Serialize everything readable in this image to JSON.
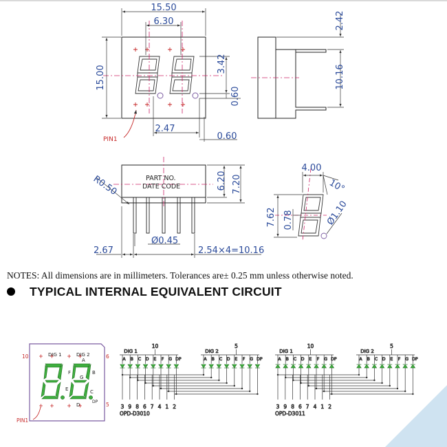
{
  "dimensions": {
    "width_total": "15.50",
    "digit_pitch": "6.30",
    "height_total": "15.00",
    "segment_height": "3.42",
    "dp_size": "0.60",
    "dp_offset": "2.47",
    "dp_gap": "0.60",
    "side_top": "2.42",
    "side_body": "10.16",
    "label_height": "6.20",
    "body_height": "7.20",
    "corner_radius": "R0.50",
    "pin_diameter": "Ø0.45",
    "pin_offset": "2.67",
    "pin_pitch": "2.54×4=10.16",
    "char_width": "4.00",
    "slant": "10°",
    "char_height": "7.62",
    "seg_width": "0.78",
    "dp_dia": "Ø1.10"
  },
  "labels": {
    "pin1": "PIN1",
    "part_no": "PART NO.",
    "date_code": "DATE CODE"
  },
  "notes": "NOTES: All dimensions are in millimeters. Tolerances are± 0.25 mm unless otherwise noted.",
  "section_title": "TYPICAL INTERNAL EQUIVALENT CIRCUIT",
  "display": {
    "dig1": "DIG 1",
    "dig2": "DIG 2",
    "pin_left": "10",
    "pin_right": "6",
    "pin_bottom_right": "5",
    "pin1": "PIN1",
    "segments": [
      "A",
      "B",
      "C",
      "D",
      "E",
      "F",
      "G",
      "DP"
    ],
    "colors": {
      "segment": "#3fae3f",
      "segment_dark": "#1f6e1f",
      "body_border": "#7a5aa0",
      "dim_pink": "#cc2266",
      "pin_red": "#c62828",
      "dimension_blue": "#2a4a9a",
      "led_green": "#3fae3f"
    }
  },
  "circuits": [
    {
      "dig1": "DIG 1",
      "dig2": "DIG 2",
      "common1": "10",
      "common2": "5",
      "segments": [
        "A",
        "B",
        "C",
        "D",
        "E",
        "F",
        "G",
        "DP"
      ],
      "bottom_pins": [
        "3",
        "9",
        "8",
        "6",
        "7",
        "4",
        "1",
        "2"
      ],
      "part": "OPD-D3010"
    },
    {
      "dig1": "DIG 1",
      "dig2": "DIG 2",
      "common1": "10",
      "common2": "5",
      "segments": [
        "A",
        "B",
        "C",
        "D",
        "E",
        "F",
        "G",
        "DP"
      ],
      "bottom_pins": [
        "3",
        "9",
        "8",
        "6",
        "7",
        "4",
        "1",
        "2"
      ],
      "part": "OPD-D3011"
    }
  ]
}
